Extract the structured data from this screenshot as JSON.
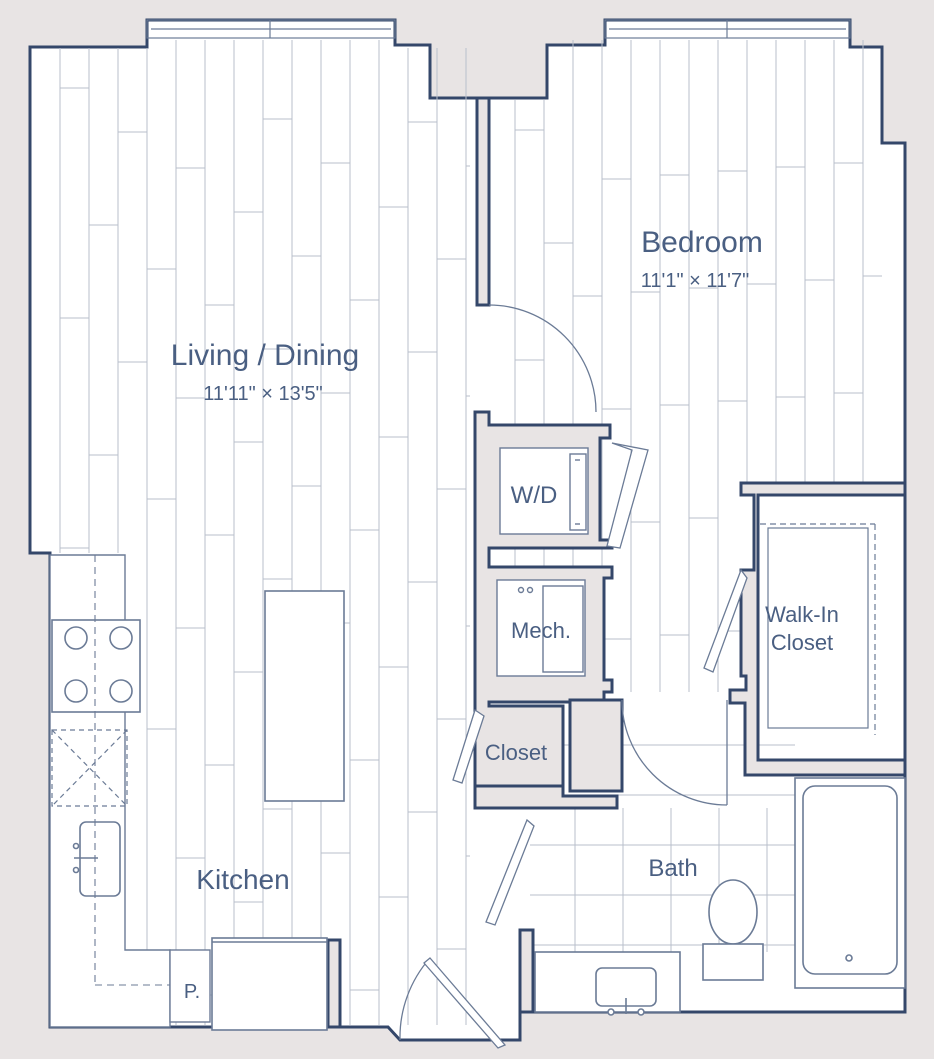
{
  "colors": {
    "wall_fill": "#e8e4e4",
    "wall_stroke": "#34476a",
    "line": "#6b7b96",
    "light_line": "#b8bfcb",
    "label": "#4a5f82"
  },
  "rooms": {
    "living": {
      "name": "Living / Dining",
      "dims": "11'11\" × 13'5\""
    },
    "bedroom": {
      "name": "Bedroom",
      "dims": "11'1\" × 11'7\""
    },
    "kitchen": {
      "name": "Kitchen"
    },
    "bath": {
      "name": "Bath"
    },
    "walkin": {
      "name_line1": "Walk-In",
      "name_line2": "Closet"
    },
    "wd": {
      "name": "W/D"
    },
    "mech": {
      "name": "Mech."
    },
    "closet": {
      "name": "Closet"
    },
    "pantry": {
      "name": "P."
    }
  }
}
